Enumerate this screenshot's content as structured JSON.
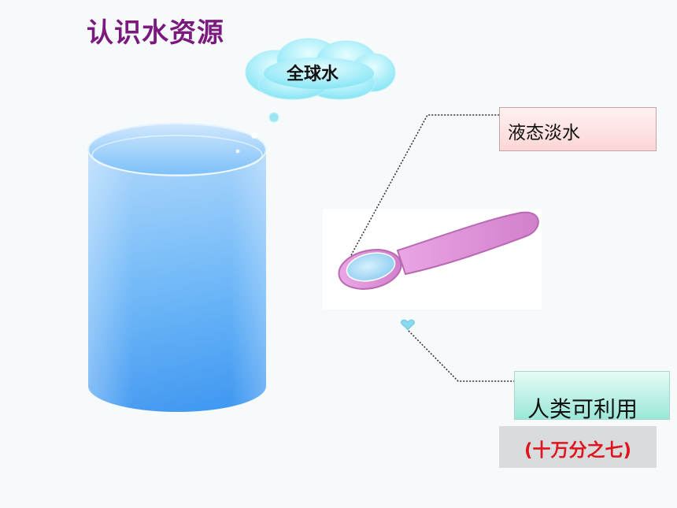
{
  "title": "认识水资源",
  "cloud": {
    "label": "全球水"
  },
  "labels": {
    "liquid_freshwater": "液态淡水",
    "human_usable": "人类可利用",
    "ratio": "(十万分之七)"
  },
  "icons": {
    "cylinder": "water-cylinder-icon",
    "spoon": "spoon-icon",
    "heart": "heart-icon",
    "cloud": "cloud-icon"
  },
  "colors": {
    "title": "#7a1a7e",
    "water": "#5aaef5",
    "spoon": "#d88ad2",
    "ratio_text": "#e0141e",
    "liquid_box": "#fbd6d6",
    "human_box": "#9ae8d8"
  }
}
